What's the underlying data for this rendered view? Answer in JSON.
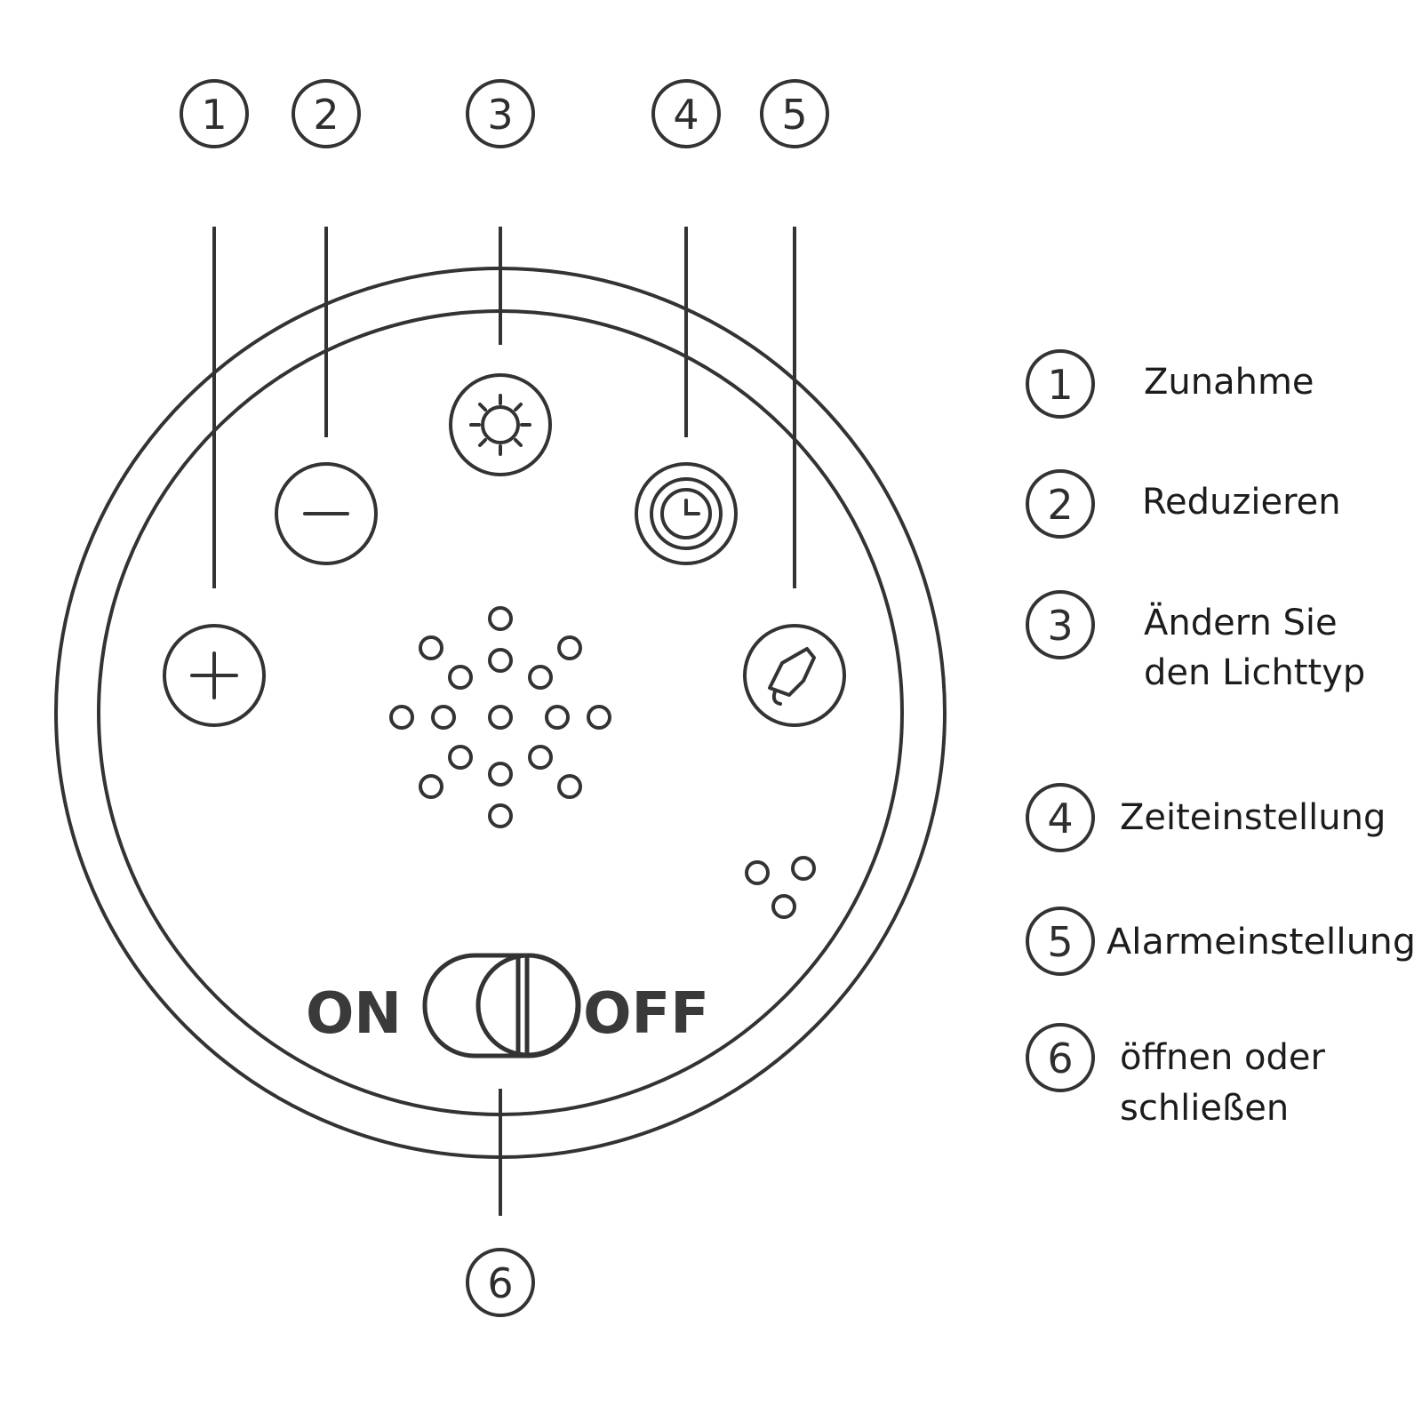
{
  "diagram": {
    "colors": {
      "stroke": "#333333",
      "background": "#ffffff",
      "text": "#1c1c1c"
    },
    "callouts": [
      {
        "num": "1",
        "target": "increase-button"
      },
      {
        "num": "2",
        "target": "decrease-button"
      },
      {
        "num": "3",
        "target": "light-type-button"
      },
      {
        "num": "4",
        "target": "timer-button"
      },
      {
        "num": "5",
        "target": "alarm-button"
      },
      {
        "num": "6",
        "target": "power-switch"
      }
    ],
    "device": {
      "buttons": [
        {
          "name": "increase-button",
          "icon": "plus-icon"
        },
        {
          "name": "decrease-button",
          "icon": "minus-icon"
        },
        {
          "name": "light-type-button",
          "icon": "sun-icon"
        },
        {
          "name": "timer-button",
          "icon": "clock-icon"
        },
        {
          "name": "alarm-button",
          "icon": "bell-icon"
        }
      ],
      "switch": {
        "on_label": "ON",
        "off_label": "OFF",
        "icon": "toggle-switch-icon"
      }
    },
    "legend": [
      {
        "num": "1",
        "lines": [
          "Zunahme"
        ]
      },
      {
        "num": "2",
        "lines": [
          "Reduzieren"
        ]
      },
      {
        "num": "3",
        "lines": [
          "Ändern Sie",
          "den Lichttyp"
        ]
      },
      {
        "num": "4",
        "lines": [
          "Zeiteinstellung"
        ]
      },
      {
        "num": "5",
        "lines": [
          "Alarmeinstellung"
        ]
      },
      {
        "num": "6",
        "lines": [
          "öffnen oder",
          "schließen"
        ]
      }
    ]
  }
}
